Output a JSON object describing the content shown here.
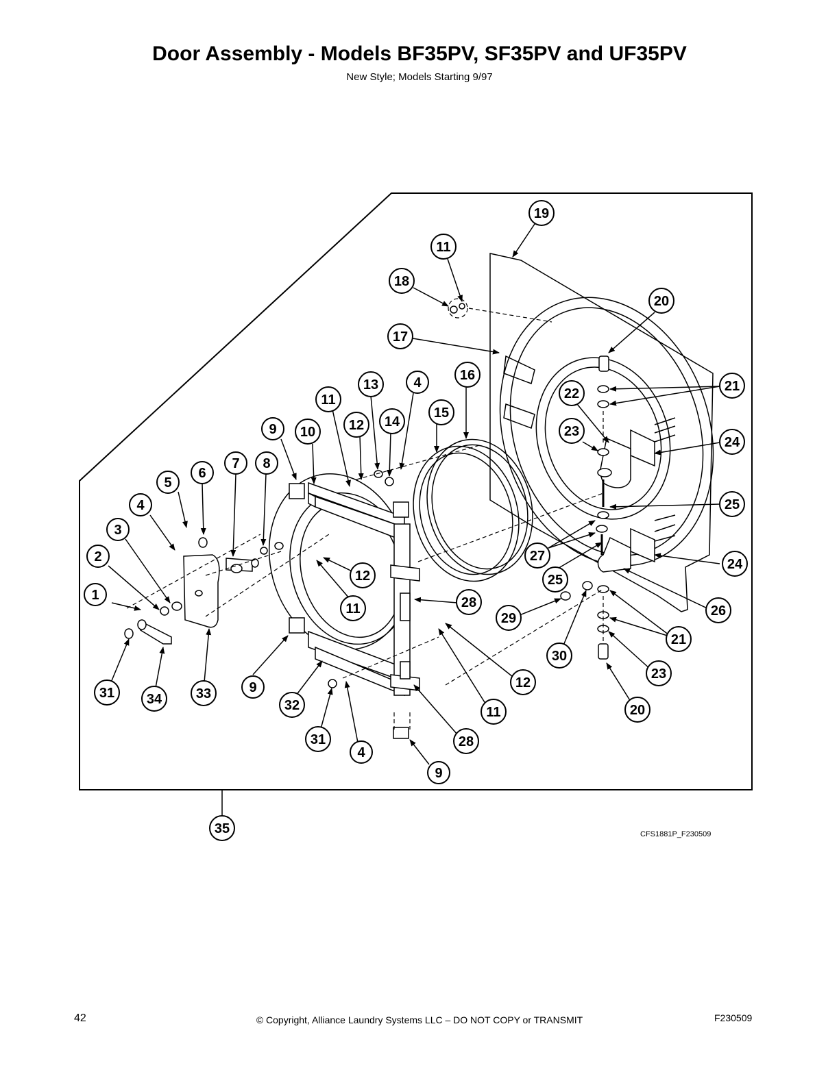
{
  "title": "Door Assembly - Models BF35PV, SF35PV and UF35PV",
  "subtitle": "New Style; Models Starting 9/97",
  "drawing_id": "CFS1881P_F230509",
  "footer": {
    "page_number": "42",
    "copyright": "© Copyright, Alliance Laundry Systems LLC – DO NOT COPY or TRANSMIT",
    "doc_code": "F230509"
  },
  "callouts": [
    "1",
    "2",
    "3",
    "4",
    "5",
    "6",
    "7",
    "8",
    "9",
    "10",
    "11",
    "12",
    "13",
    "14",
    "15",
    "16",
    "17",
    "18",
    "19",
    "20",
    "21",
    "22",
    "23",
    "24",
    "25",
    "26",
    "27",
    "28",
    "29",
    "30",
    "31",
    "32",
    "33",
    "34",
    "35"
  ]
}
